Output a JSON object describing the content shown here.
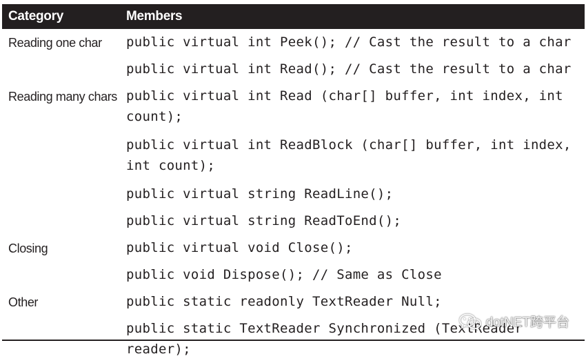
{
  "table": {
    "headers": {
      "category": "Category",
      "members": "Members"
    },
    "rows": [
      {
        "category": "Reading one char",
        "members": [
          "public virtual int Peek(); // Cast the result to a char",
          "public virtual int Read(); // Cast the result to a char"
        ]
      },
      {
        "category": "Reading many chars",
        "members": [
          "public virtual int Read (char[] buffer, int index, int count);",
          "public virtual int ReadBlock (char[] buffer, int index, int count);",
          "public virtual string ReadLine();",
          "public virtual string ReadToEnd();"
        ]
      },
      {
        "category": "Closing",
        "members": [
          "public virtual void Close();",
          "public void Dispose(); // Same as Close"
        ]
      },
      {
        "category": "Other",
        "members": [
          "public static readonly TextReader Null;",
          "public static TextReader Synchronized (TextReader reader);"
        ]
      }
    ]
  },
  "watermark": {
    "text": "dotNET跨平台",
    "icon": "wechat-icon"
  },
  "colors": {
    "header_bg": "#231f20",
    "text": "#231f20"
  }
}
